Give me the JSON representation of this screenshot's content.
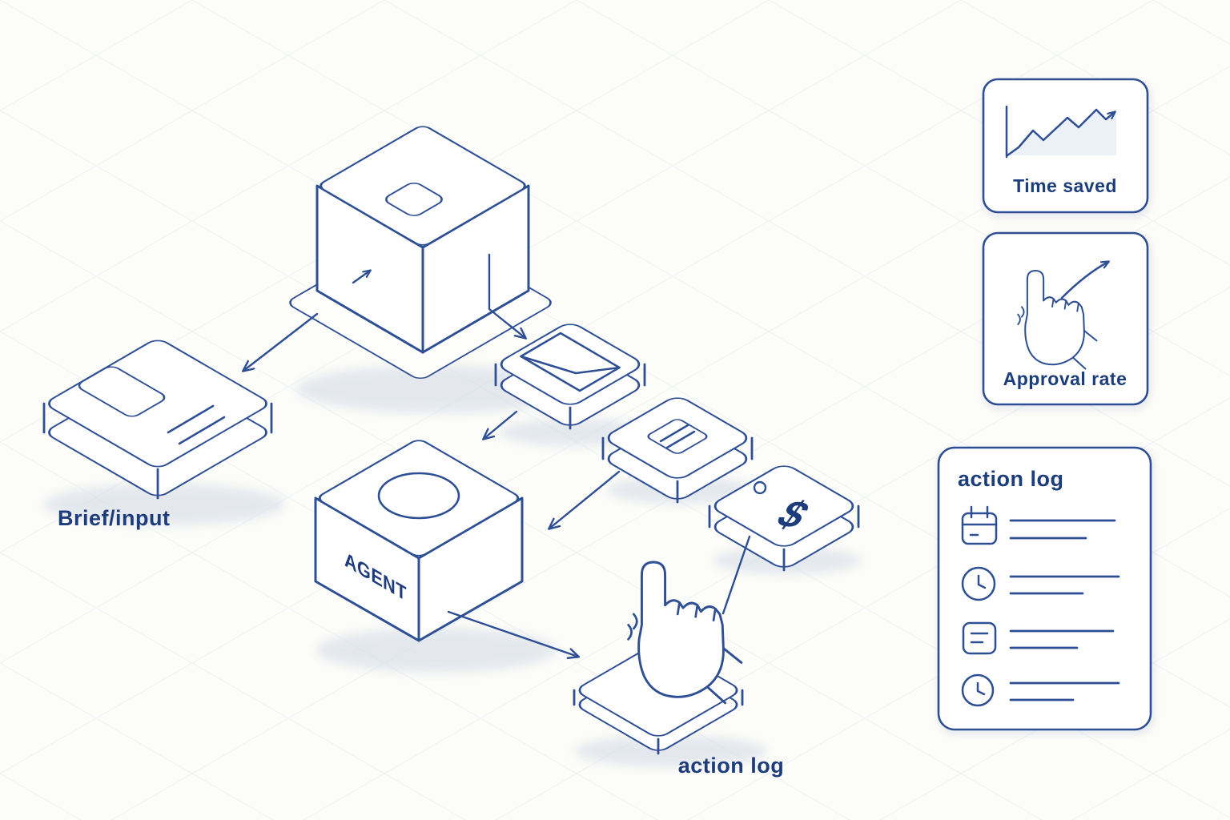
{
  "scene": {
    "type": "isometric-workflow-illustration",
    "labels": {
      "brief_input": "Brief/input",
      "agent": "AGENT",
      "action_log": "action log",
      "dollar": "$"
    },
    "panels": {
      "time_saved": {
        "label": "Time saved",
        "icon": "line-chart-icon"
      },
      "approval_rate": {
        "label": "Approval rate",
        "icon": "hand-approval-icon"
      },
      "action_log_panel": {
        "title": "action log",
        "rows": [
          {
            "icon": "calendar-icon"
          },
          {
            "icon": "clock-icon"
          },
          {
            "icon": "note-icon"
          },
          {
            "icon": "clock-icon"
          }
        ]
      }
    },
    "icons": {
      "top_cube": "package-cube-icon",
      "mail_tile": "envelope-icon",
      "list_tile": "list-icon",
      "money_tile": "dollar-icon",
      "tap_hand": "hand-tap-icon"
    },
    "colors": {
      "ink": "#2e4f93",
      "text": "#1d3c7c",
      "background": "#fcfcf9",
      "grid": "#e0eaf4",
      "shadow": "#cdd6e2",
      "chart_fill": "#e8eef5"
    }
  }
}
